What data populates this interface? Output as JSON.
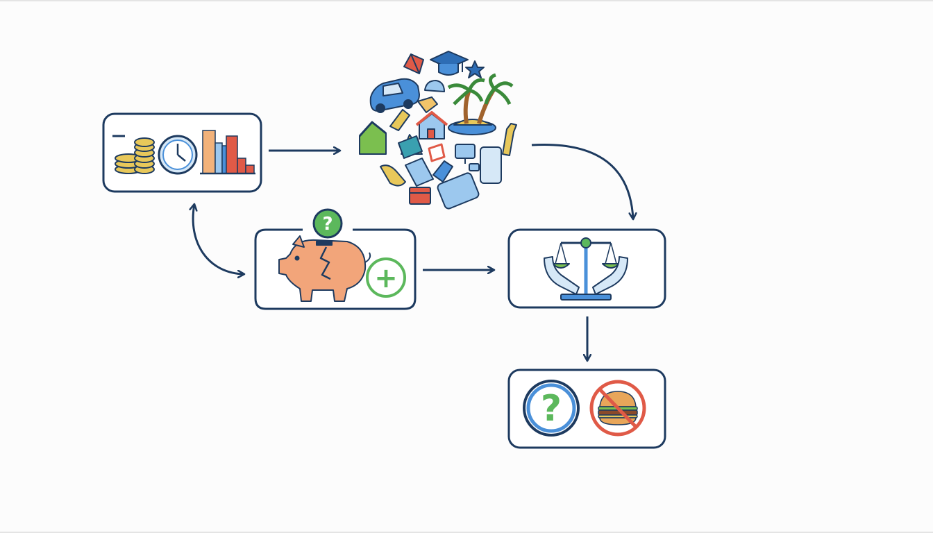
{
  "colors": {
    "outline": "#1d3a5f",
    "coin": "#e8c85a",
    "blue": "#4a90d9",
    "light_blue": "#9cc8ee",
    "orange": "#f2a57a",
    "red": "#e05a47",
    "green": "#5cb85c",
    "teal": "#3aa0b0",
    "brown": "#a0632d"
  },
  "nodes": [
    {
      "id": "resources",
      "icons": [
        "coins-icon",
        "clock-icon",
        "bar-chart-icon"
      ]
    },
    {
      "id": "wants",
      "icons": [
        "car-icon",
        "graduation-cap-icon",
        "star-icon",
        "palm-island-icon",
        "house-icon",
        "smartphone-icon",
        "tablet-icon",
        "kite-icon",
        "gift-icon"
      ]
    },
    {
      "id": "savings",
      "icons": [
        "piggy-bank-broken-icon",
        "question-badge-icon",
        "plus-circle-icon"
      ]
    },
    {
      "id": "choice",
      "icons": [
        "hands-scale-icon"
      ]
    },
    {
      "id": "tradeoff",
      "icons": [
        "question-circle-icon",
        "no-burger-icon"
      ]
    }
  ],
  "question_glyph": "?",
  "plus_glyph": "+"
}
